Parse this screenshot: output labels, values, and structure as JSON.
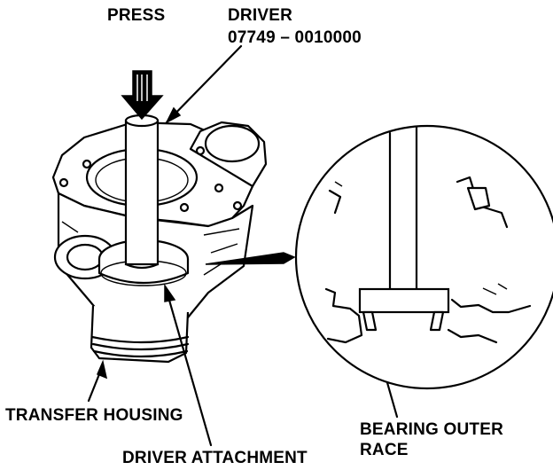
{
  "labels": {
    "press": "PRESS",
    "driver_line1": "DRIVER",
    "driver_line2": "07749 – 0010000",
    "transfer_housing": "TRANSFER HOUSING",
    "driver_attachment": "DRIVER ATTACHMENT",
    "bearing_line1": "BEARING OUTER",
    "bearing_line2": "RACE"
  }
}
